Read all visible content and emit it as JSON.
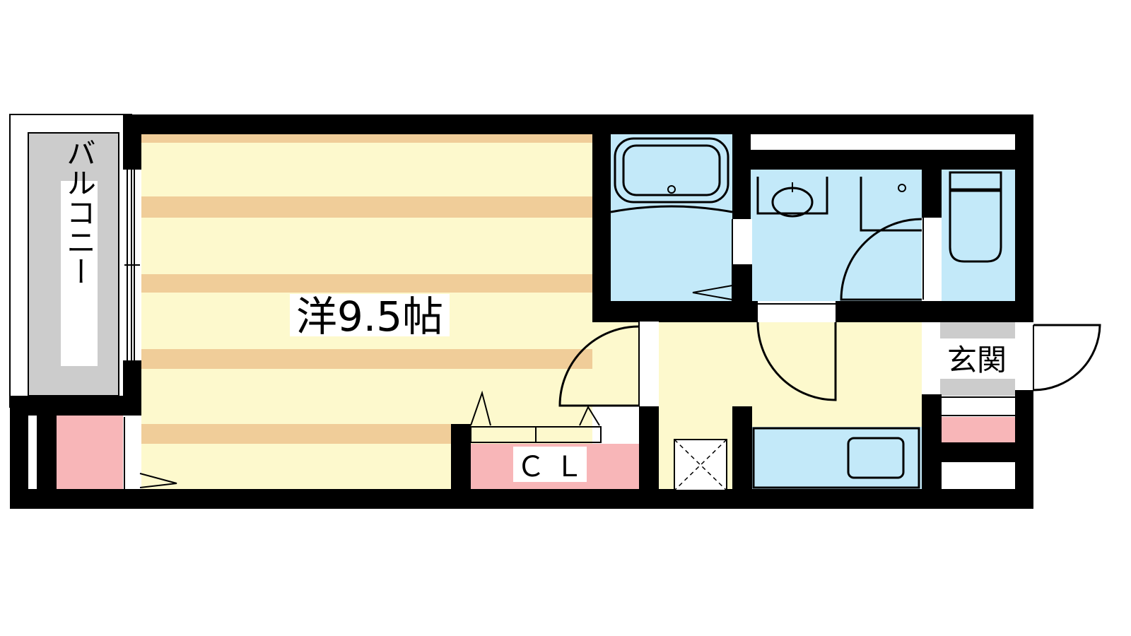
{
  "rooms": {
    "western": {
      "label": "洋9.5帖"
    },
    "balcony": {
      "label": "バルコニー"
    },
    "closet": {
      "label": "ＣＬ"
    },
    "entrance": {
      "label": "玄関"
    }
  },
  "colors": {
    "wall": "#000000",
    "floor_light": "#fdf9cd",
    "floor_stripe": "#f0cd99",
    "wet_area": "#c3e9f9",
    "storage": "#f8b6b8",
    "balcony": "#cccccc"
  }
}
